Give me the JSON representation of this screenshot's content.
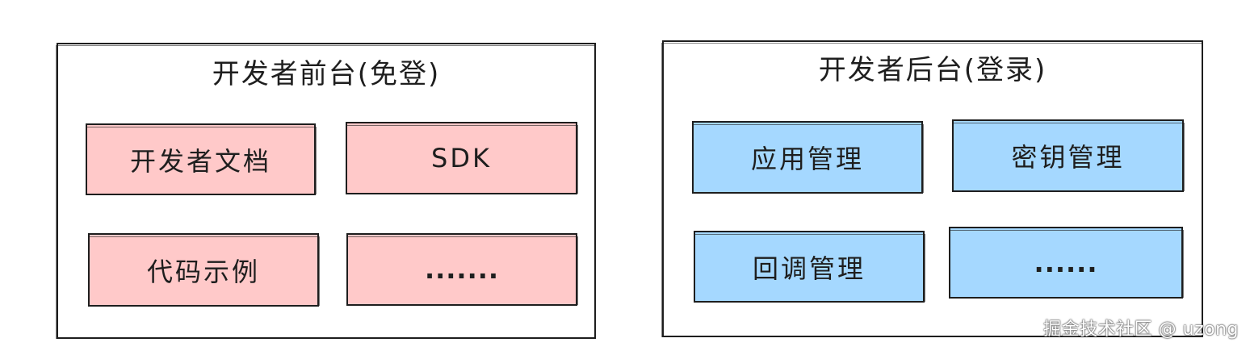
{
  "frontend": {
    "title": "开发者前台(免登)",
    "items": [
      "开发者文档",
      "SDK",
      "代码示例",
      "......."
    ]
  },
  "backend": {
    "title": "开发者后台(登录)",
    "items": [
      "应用管理",
      "密钥管理",
      "回调管理",
      "......"
    ]
  },
  "watermark": "掘金技术社区 @ uzong",
  "colors": {
    "frontend_box": "#ffc9c9",
    "backend_box": "#a5d8ff",
    "stroke": "#1e1e1e"
  }
}
